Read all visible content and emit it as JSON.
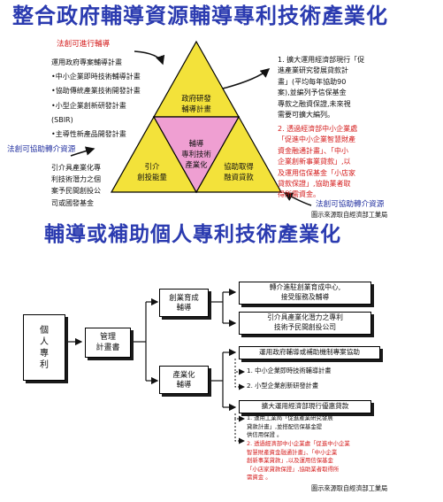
{
  "top": {
    "title": "整合政府輔導資源輔導專利技術產業化",
    "red_label_1": "法創可進行輔導",
    "list_1": [
      "運用政府專案輔導計畫",
      "•中小企業即時技術輔導計畫",
      "•協助傳統產業技術開發計畫",
      "•小型企業創新研發計畫",
      "(SBIR)",
      "•主導性新產品開發計畫"
    ],
    "blue_label": "法創可協助轉介資源",
    "list_2": [
      "引介具產業化專",
      "利技術潛力之個",
      "案予民間創投公",
      "司或國發基金"
    ],
    "tri_top": [
      "政府研發",
      "輔導計畫"
    ],
    "tri_center": [
      "輔導",
      "專利技術",
      "產業化"
    ],
    "tri_left": [
      "引介",
      "創投能量"
    ],
    "tri_right": [
      "協助取得",
      "融資貸款"
    ],
    "right_1": [
      "1. 擴大運用經濟部現行「促",
      "進產業研究發展貸款計",
      "畫」(平均每年協助90",
      "案),並編列予信保基金",
      "專款之融資保證,未來視",
      "需要可擴大編列。"
    ],
    "right_2": [
      "2. 透過經濟部中小企業處",
      "「促進中小企業智慧財產",
      "資金融通計畫」、「中小",
      "企業創新事業貸款」,以",
      "及運用信保基金「小店家",
      "貸款保證」,協助業者取",
      "得所需資金。"
    ],
    "red_label_2": "法創可協助轉介資源",
    "source": "圖示來源取自經濟部工業局"
  },
  "bottom": {
    "title": "輔導或補助個人專利技術產業化",
    "person": [
      "個",
      "人",
      "專",
      "利"
    ],
    "manage": [
      "管理",
      "計畫書"
    ],
    "venture": [
      "創業育成",
      "輔導"
    ],
    "industrialize": [
      "產業化",
      "輔導"
    ],
    "venture_r1": [
      "轉介進駐創業育成中心,",
      "接受服務及輔導"
    ],
    "venture_r2": [
      "引介具產業化潛力之專利",
      "技術予民間創投公司"
    ],
    "ind_r1": "運用政府輔導或補助機制專案協助",
    "ind_sub1": "1. 中小企業即時技術輔導計畫",
    "ind_sub2": "2. 小型企業創新研發計畫",
    "ind_r2": "擴大運用經濟部現行優惠貸款",
    "loan_1": [
      "1. 運用工業局「促進產業研究發展",
      "貸款計畫」,並搭配信保基金提",
      "供信用保證 。"
    ],
    "loan_2": [
      "2. 透過經濟部中小企業處「促進中小企業",
      "智慧財產資金融通計畫」、「中小企業",
      "創新事業貸款」,以及運用信保基金",
      "「小店家貸款保證」,協助業者取得所",
      "需資金 。"
    ],
    "source": "圖示來源取自經濟部工業局"
  },
  "colors": {
    "title": "#2b3bb0",
    "red": "#d41a1a",
    "triangle_yellow": "#f3e23a",
    "triangle_pink": "#ef9fd2"
  }
}
